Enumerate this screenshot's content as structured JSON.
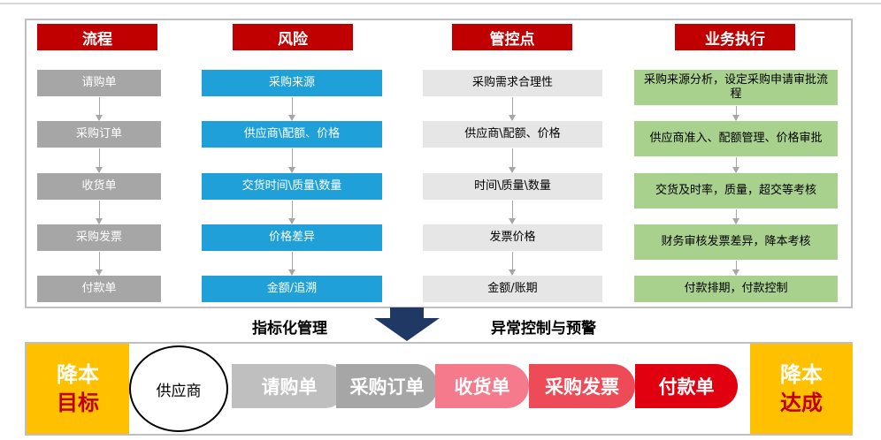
{
  "headers": [
    "流程",
    "风险",
    "管控点",
    "业务执行"
  ],
  "columns": {
    "process": [
      "请购单",
      "采购订单",
      "收货单",
      "采购发票",
      "付款单"
    ],
    "risk": [
      "采购来源",
      "供应商\\配额、价格",
      "交货时间\\质量\\数量",
      "价格差异",
      "金额/追溯"
    ],
    "control": [
      "采购需求合理性",
      "供应商\\配额、价格",
      "时间\\质量\\数量",
      "发票价格",
      "金额/账期"
    ],
    "execution": [
      "采购来源分析，设定采购申请审批流程",
      "供应商准入、配额管理、价格审批",
      "交货及时率，质量，超交等考核",
      "财务审核发票差异，降本考核",
      "付款排期，付款控制"
    ]
  },
  "middle": {
    "left_label": "指标化管理",
    "right_label": "异常控制与预警"
  },
  "bottom": {
    "goal_left": [
      "降本",
      "目标"
    ],
    "goal_right": [
      "降本",
      "达成"
    ],
    "supplier": "供应商",
    "chevrons": [
      "请购单",
      "采购订单",
      "收货单",
      "采购发票",
      "付款单"
    ]
  },
  "colors": {
    "header_red": "#c00000",
    "process_gray": "#a6a6a6",
    "risk_blue": "#1fa0d9",
    "control_light": "#e6e6e6",
    "execution_green": "#a9d18e",
    "goal_yellow": "#ffc000",
    "big_arrow_navy": "#1f3864",
    "chevron_colors": [
      "#bfbfbf",
      "#a6a6a6",
      "#f47a8c",
      "#ee4b59",
      "#e00010"
    ]
  }
}
